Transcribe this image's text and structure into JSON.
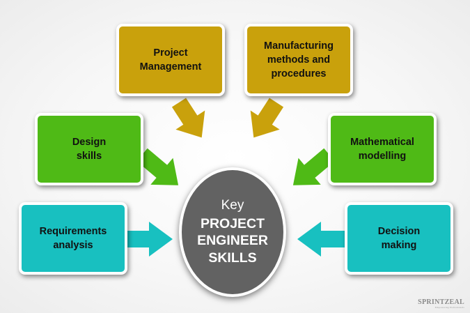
{
  "diagram": {
    "center": {
      "label_small": "Key",
      "label_main": "PROJECT\nENGINEER\nSKILLS"
    },
    "skills": [
      {
        "id": "project-management",
        "label": "Project\nManagement",
        "color": "#c9a10c"
      },
      {
        "id": "manufacturing",
        "label": "Manufacturing\nmethods and\nprocedures",
        "color": "#c9a10c"
      },
      {
        "id": "design",
        "label": "Design\nskills",
        "color": "#4fba16"
      },
      {
        "id": "mathematical-modelling",
        "label": "Mathematical\nmodelling",
        "color": "#4fba16"
      },
      {
        "id": "requirements",
        "label": "Requirements\nanalysis",
        "color": "#18c0c0"
      },
      {
        "id": "decision-making",
        "label": "Decision\nmaking",
        "color": "#18c0c0"
      }
    ]
  },
  "brand": {
    "name": "SPRINTZEAL",
    "tagline": "Empowering Professionals"
  }
}
